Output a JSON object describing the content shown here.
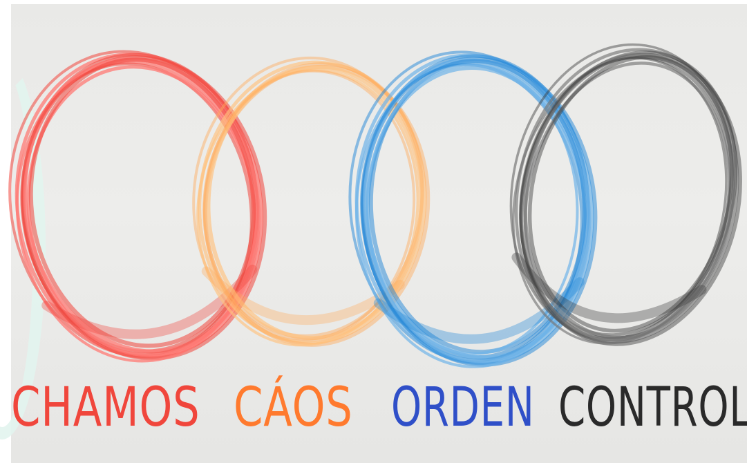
{
  "photo": {
    "words": [
      {
        "text": "CHAMOS",
        "color": "#f0463c",
        "ring_color": "#f0463c",
        "ring_shade": "#ff7a74"
      },
      {
        "text": "CÁOS",
        "color": "#ff7a2e",
        "ring_color": "#ffab5c",
        "ring_shade": "#ffc27e"
      },
      {
        "text": "ORDEN",
        "color": "#2f4fc8",
        "ring_color": "#1f86d8",
        "ring_shade": "#6fb3e8"
      },
      {
        "text": "CONTROL",
        "color": "#2a2a2a",
        "ring_color": "#3a3a3a",
        "ring_shade": "#777777"
      }
    ]
  }
}
